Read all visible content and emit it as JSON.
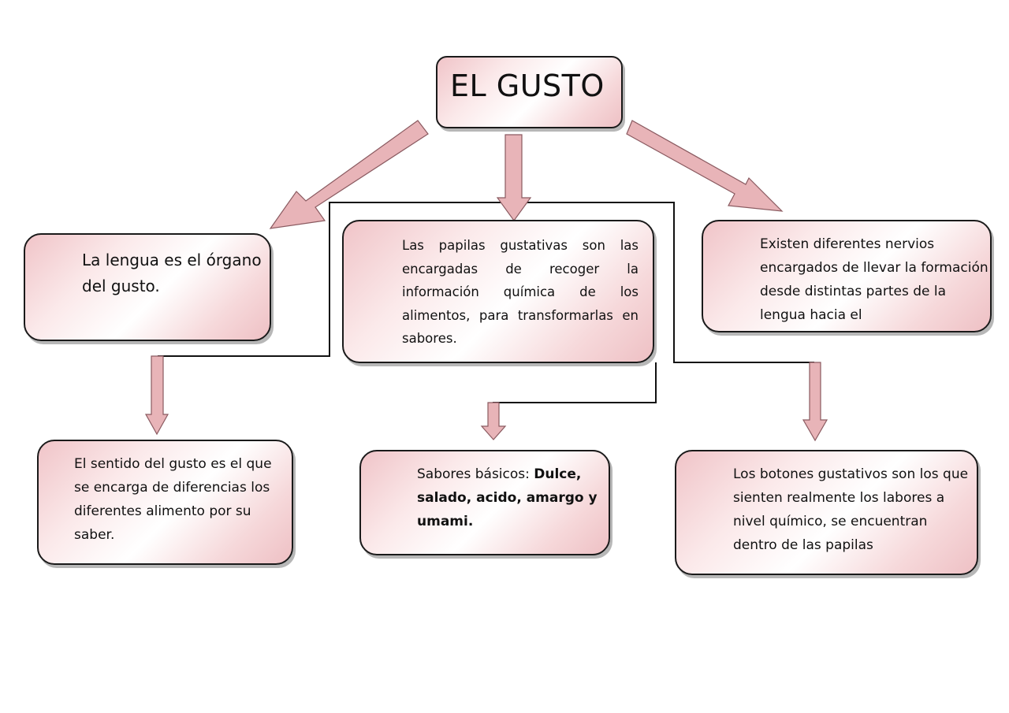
{
  "title": "EL GUSTO",
  "boxes": {
    "lengua": "La lengua es el órgano del gusto.",
    "papilas": "Las papilas gustativas son las encargadas de recoger la información química de los alimentos, para transformarlas en sabores.",
    "nervios": "Existen diferentes nervios encargados de llevar la formación desde distintas partes de la lengua hacia el",
    "sentido": "El sentido del gusto es el que se encarga de diferencias los diferentes alimento por su saber.",
    "sabores": {
      "label": "Sabores básicos: ",
      "items": "Dulce, salado, acido, amargo y umami."
    },
    "botones": "Los botones gustativos son los que sienten realmente los labores a nivel químico, se encuentran dentro de las papilas"
  },
  "colors": {
    "arrow_fill": "#e8b4b8",
    "arrow_stroke": "#8a5a60",
    "line": "#111111",
    "box_border": "#1a1a1a"
  }
}
